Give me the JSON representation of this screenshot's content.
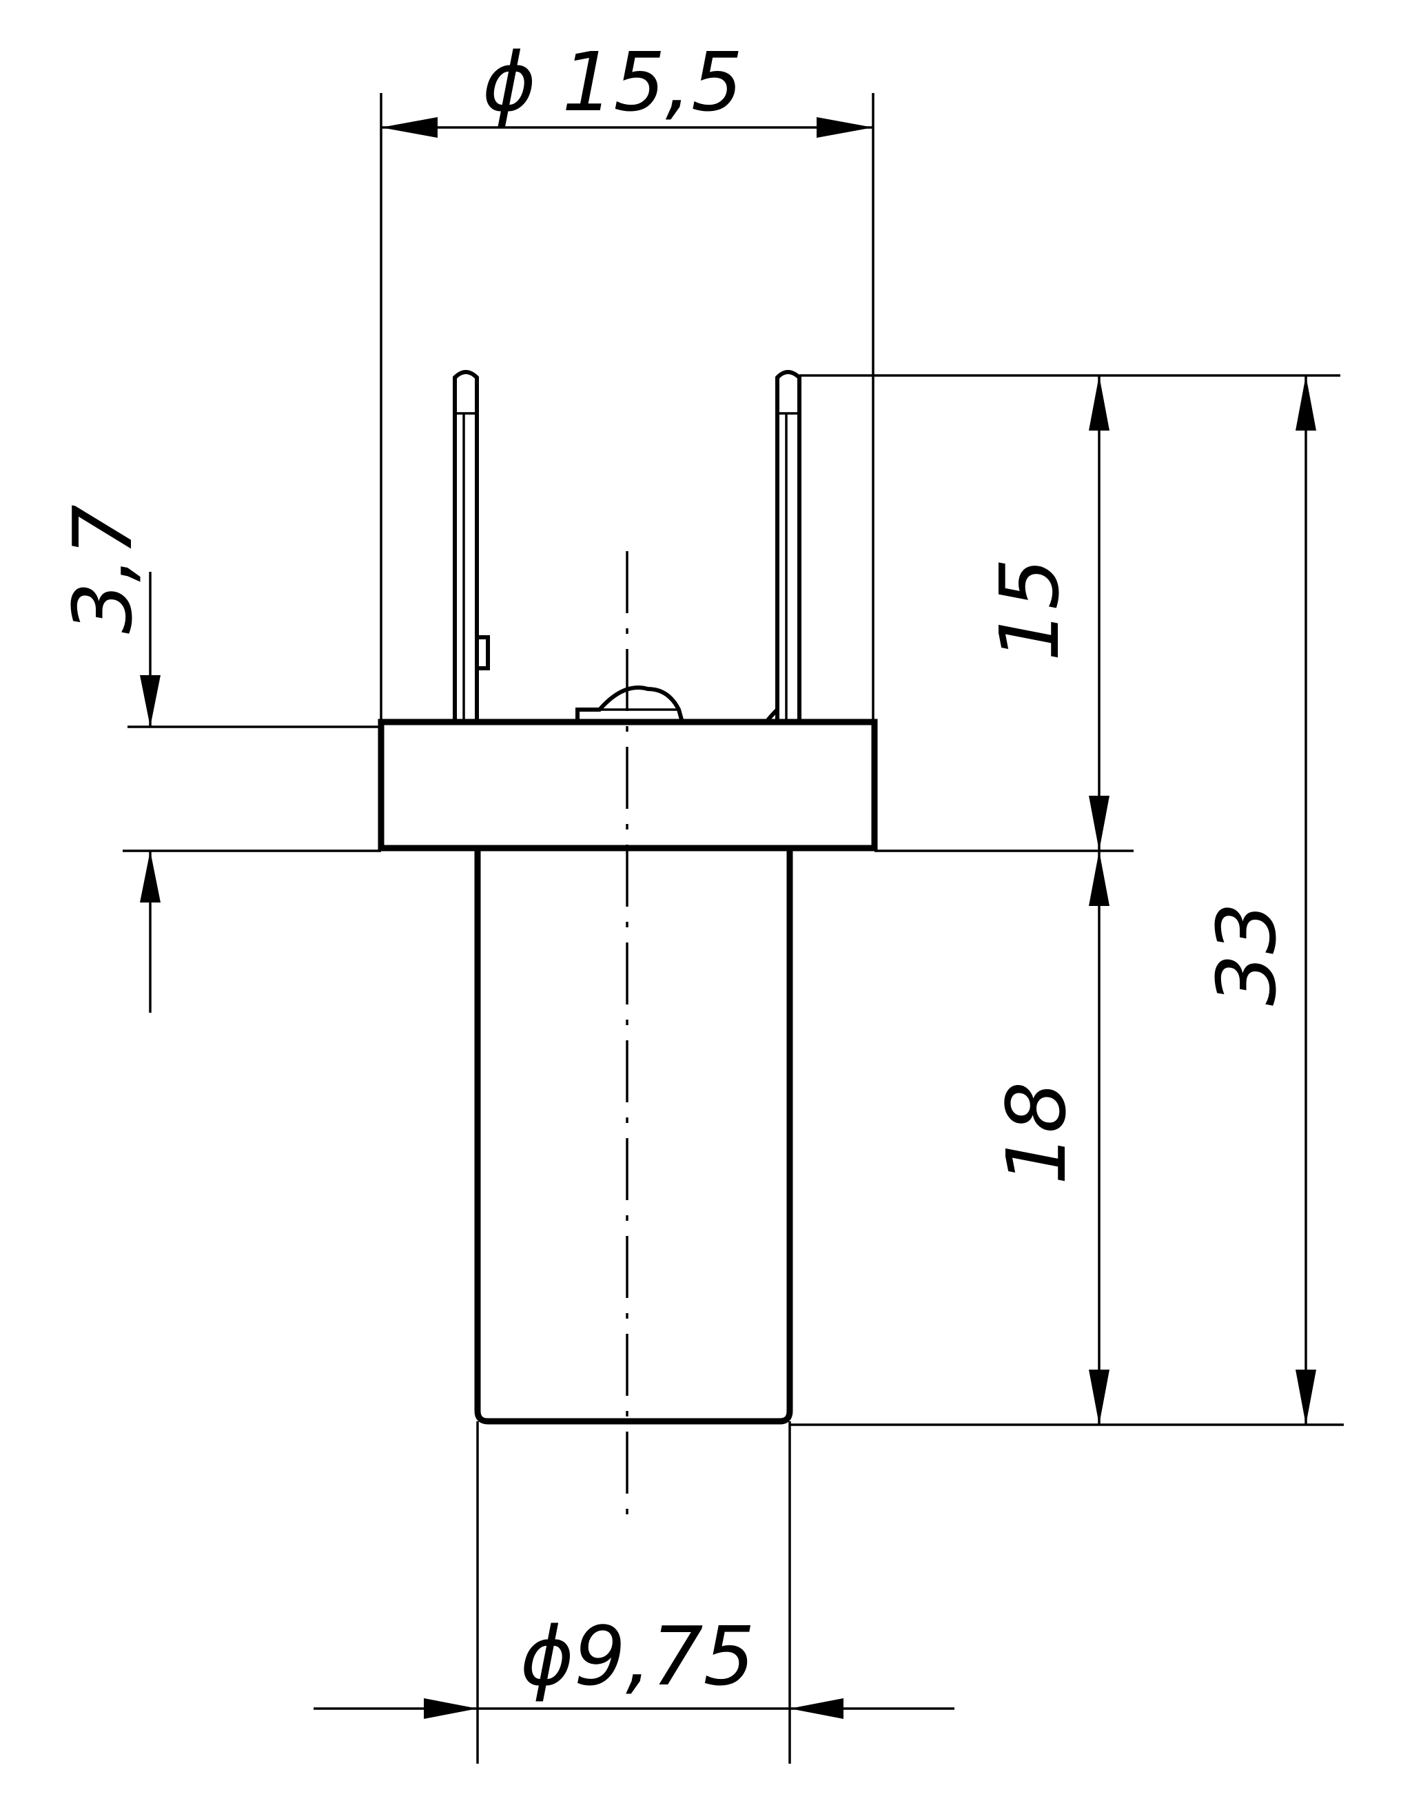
{
  "drawing": {
    "dimensions": {
      "flange_diameter": "ϕ 15,5",
      "body_diameter": "ϕ9,75",
      "flange_thickness": "3,7",
      "pin_length": "15",
      "body_length": "18",
      "overall_length": "33"
    }
  }
}
